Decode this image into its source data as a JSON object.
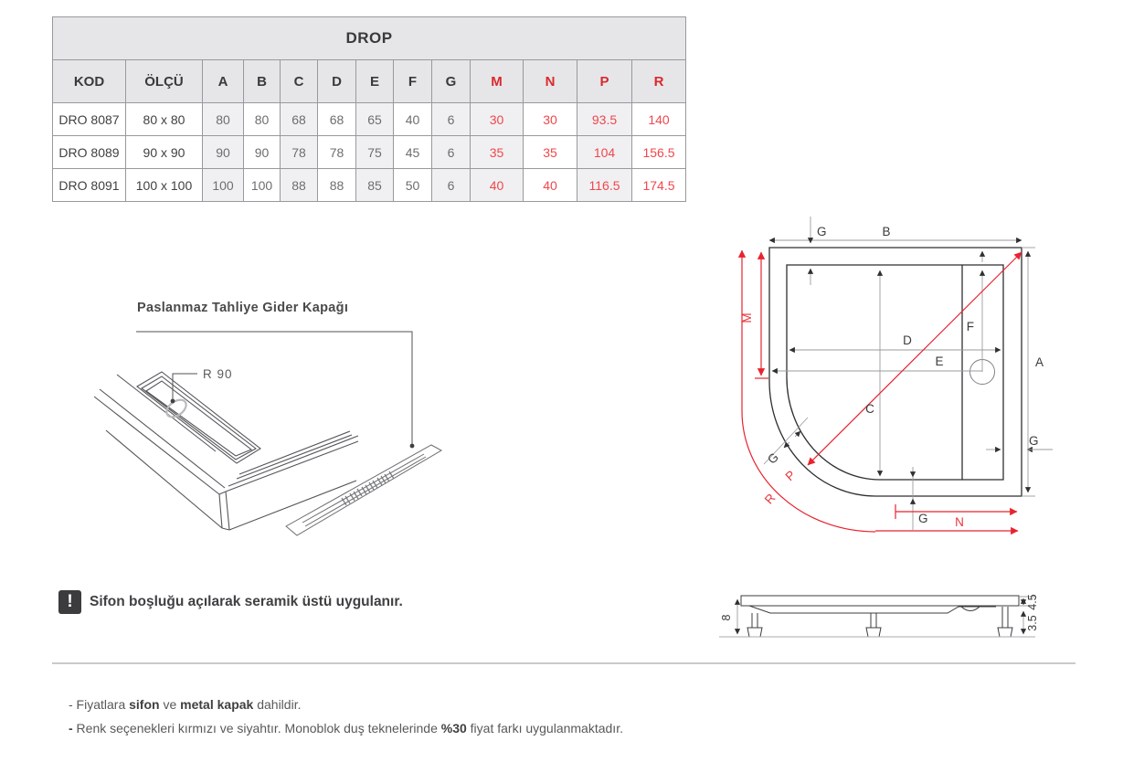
{
  "colors": {
    "accent_red": "#e8353b",
    "table_value_red": "#ef474c",
    "header_red": "#d9292f",
    "line_dark": "#3f4042",
    "line_gray": "#929497",
    "table_header_bg": "#e6e6e8",
    "shaded_column_bg": "#f0f0f2"
  },
  "table": {
    "title": "DROP",
    "headers": [
      "KOD",
      "ÖLÇÜ",
      "A",
      "B",
      "C",
      "D",
      "E",
      "F",
      "G",
      "M",
      "N",
      "P",
      "R"
    ],
    "rows": [
      [
        "DRO 8087",
        "80 x 80",
        "80",
        "80",
        "68",
        "68",
        "65",
        "40",
        "6",
        "30",
        "30",
        "93.5",
        "140"
      ],
      [
        "DRO 8089",
        "90 x 90",
        "90",
        "90",
        "78",
        "78",
        "75",
        "45",
        "6",
        "35",
        "35",
        "104",
        "156.5"
      ],
      [
        "DRO 8091",
        "100 x 100",
        "100",
        "100",
        "88",
        "88",
        "85",
        "50",
        "6",
        "40",
        "40",
        "116.5",
        "174.5"
      ]
    ]
  },
  "iso_view": {
    "title": "Paslanmaz Tahliye Gider Kapağı",
    "radius_label": "R 90"
  },
  "top_view": {
    "dims": {
      "A": "A",
      "B": "B",
      "C": "C",
      "D": "D",
      "E": "E",
      "F": "F",
      "G": "G",
      "M": "M",
      "N": "N",
      "P": "P",
      "R": "R"
    }
  },
  "side_view": {
    "total_height": "8",
    "rim_height": "4.5",
    "leg_height": "3.5"
  },
  "note": {
    "icon": "!",
    "text": "Sifon boşluğu açılarak seramik üstü uygulanır."
  },
  "footer": {
    "line1": {
      "seg1": "- Fiyatlara ",
      "bold1": "sifon",
      "seg2": " ve ",
      "bold2": "metal kapak",
      "seg3": " dahildir."
    },
    "line2": {
      "bold1": "-",
      "seg1": " Renk seçenekleri kırmızı ve siyahtır. Monoblok duş teknelerinde ",
      "bold2": "%30",
      "seg2": " fiyat farkı uygulanmaktadır."
    }
  }
}
